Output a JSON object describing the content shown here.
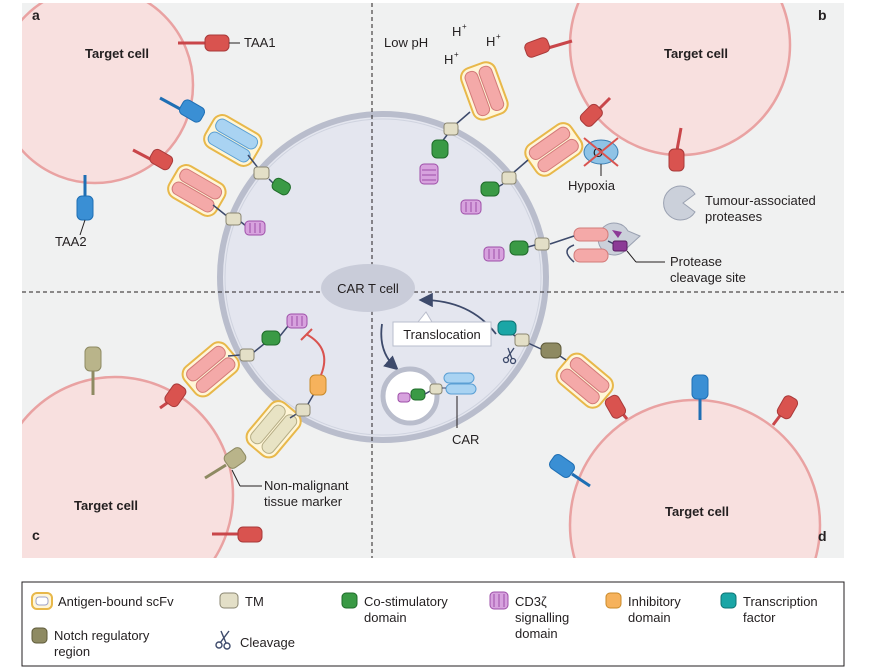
{
  "panels": {
    "a": {
      "letter": "a",
      "target_cell": "Target cell",
      "taa1": "TAA1",
      "taa2": "TAA2"
    },
    "b": {
      "letter": "b",
      "target_cell": "Target cell",
      "low_ph": "Low pH",
      "h_base": "H",
      "h_sup": "+",
      "hypoxia": "Hypoxia",
      "o2": "O",
      "proteases_line1": "Tumour-associated",
      "proteases_line2": "proteases",
      "cleavage_line1": "Protease",
      "cleavage_line2": "cleavage site"
    },
    "c": {
      "letter": "c",
      "target_cell": "Target cell",
      "marker_line1": "Non-malignant",
      "marker_line2": "tissue marker"
    },
    "d": {
      "letter": "d",
      "target_cell": "Target cell",
      "car": "CAR"
    }
  },
  "center": {
    "car_t_cell": "CAR T cell",
    "translocation": "Translocation"
  },
  "legend": {
    "items": [
      {
        "label_line1": "Antigen-bound scFv",
        "label_line2": "",
        "label_line3": "",
        "color": "#f4a9a8",
        "border": "#e8b84a"
      },
      {
        "label_line1": "TM",
        "label_line2": "",
        "label_line3": "",
        "color": "#e3dfc7"
      },
      {
        "label_line1": "Co-stimulatory",
        "label_line2": "domain",
        "label_line3": "",
        "color": "#3a9a45"
      },
      {
        "label_line1": "CD3ζ",
        "label_line2": "signalling",
        "label_line3": "domain",
        "color": "#c77ccf"
      },
      {
        "label_line1": "Inhibitory",
        "label_line2": "domain",
        "label_line3": "",
        "color": "#f6b25c"
      },
      {
        "label_line1": "Transcription",
        "label_line2": "factor",
        "label_line3": "",
        "color": "#1aa6a6"
      },
      {
        "label_line1": "Notch regulatory",
        "label_line2": "region",
        "label_line3": "",
        "color": "#8e8a62"
      },
      {
        "label_line1": "Cleavage",
        "label_line2": "",
        "label_line3": "",
        "icon": "scissors-icon"
      }
    ]
  }
}
